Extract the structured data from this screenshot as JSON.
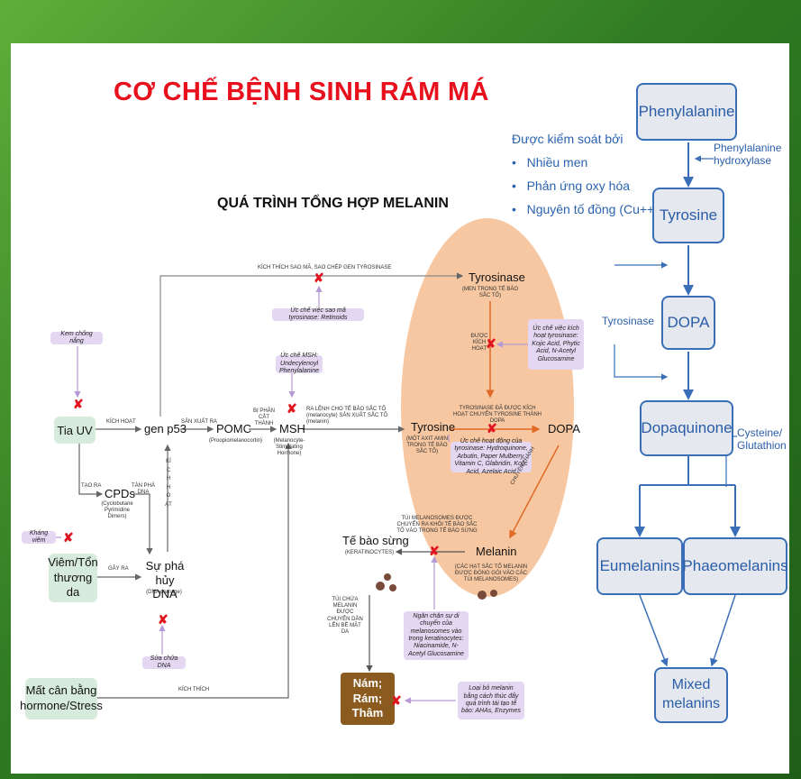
{
  "title": "CƠ CHẾ BỆNH SINH RÁM MÁ",
  "subtitle": "QUÁ TRÌNH TỔNG HỢP MELANIN",
  "control": {
    "heading": "Được kiểm soát bởi",
    "items": [
      "Nhiều men",
      "Phản ứng oxy hóa",
      "Nguyên tố đồng (Cu++)"
    ]
  },
  "pathway": {
    "phenylalanine": "Phenylalanine",
    "hydroxylase": "Phenylalanine hydroxylase",
    "tyrosine": "Tyrosine",
    "tyrosinase": "Tyrosinase",
    "dopa": "DOPA",
    "dopaquinone": "Dopaquinone",
    "cysteine": "Cysteine/ Glutathion",
    "eumelanins": "Eumelanins",
    "phaeomelanins": "Phaeomelanins",
    "mixed": "Mixed melanins"
  },
  "flow": {
    "kem": "Kem chống nắng",
    "tia_uv": "Tia UV",
    "kich_hoat": "KÍCH HOẠT",
    "gen_p53": "gen p53",
    "san_xuat_ra": "SẢN XUẤT RA",
    "pomc": "POMC",
    "pomc_sub": "(Proopiomelanocortin)",
    "bi_phan_cat": "BỊ PHÂN CẮT THÀNH",
    "msh": "MSH",
    "msh_sub": "(Melanocyte-Stimulating Hormone)",
    "ra_lenh": "RA LỆNH CHO TẾ BÀO SẮC TỐ (melanocyte) SẢN XUẤT SẮC TỐ (melanin)",
    "uc_che_msh": "Ức chế MSH: Undecylenoyl Phenylalanine",
    "kich_thich_sao_ma": "KÍCH THÍCH SAO MÃ, SAO CHÉP GEN TYROSINASE",
    "uc_che_sao_ma": "Ức chế việc sao mã tyrosinase: Retinoids",
    "tao_ra": "TẠO RA",
    "cpds": "CPDs",
    "cpds_sub": "(Cyclobutane Pyrimidine Dimers)",
    "tan_pha_dna": "TÀN PHÁ DNA",
    "kich_hoat_vertical": "KÍCH HOẠT",
    "khang_viem": "Kháng viêm",
    "viem": "Viêm/Tổn thương da",
    "gay_ra": "GÂY RA",
    "su_pha_huy": "Sự phá hủy DNA",
    "dna_damage": "(DNA damage)",
    "sua_chua": "Sửa chữa DNA",
    "mat_can_bang": "Mất cân bằng hormone/Stress",
    "kich_thich": "KÍCH THÍCH",
    "tyrosinase": "Tyrosinase",
    "tyrosinase_sub": "(MEN TRONG TẾ BÀO SẮC TỐ)",
    "duoc_kich_hoat": "ĐƯỢC KÍCH HOẠT",
    "uc_che_kich_hoat": "Ức chế việc kích hoạt tyrosinase: Kojic Acid, Phytic Acid, N-Acetyl Glucosamine",
    "tyrosinase_da_duoc": "TYROSINASE ĐÃ ĐƯỢC KÍCH HOẠT CHUYỂN TYROSINE THÀNH DOPA",
    "tyrosine": "Tyrosine",
    "tyrosine_sub": "(MỘT AXIT AMIN TRONG TẾ BÀO SẮC TỐ)",
    "dopa": "DOPA",
    "uc_che_hoat_dong": "Ức chế hoạt động của tyrosinase: Hydroquinone, Arbutin, Paper Mulberry, Vitamin C, Glabridin, Kojic Acid, Azelaic Acid",
    "chuyen_thanh": "CHUYỂN THÀNH",
    "melanin": "Melanin",
    "melanin_sub": "(CÁC HẠT SẮC TỐ MELANIN ĐƯỢC ĐÓNG GÓI VÀO CÁC TÚI MELANOSOMES)",
    "tui_melanosomes": "TÚI MELANOSOMES ĐƯỢC CHUYỂN RA KHỎI TẾ BÀO SẮC TỐ VÀO TRONG TẾ BÀO SỪNG",
    "te_bao_sung": "Tế bào sừng",
    "keratinocytes": "(KERATINOCYTES)",
    "tui_chua": "TÚI CHỨA MELANIN ĐƯỢC CHUYỂN DẦN LÊN BỀ MẶT DA",
    "ngan_chan": "Ngăn chặn sự di chuyển của melanosomes vào trong keratinocytes: Niacinamide, N-Acetyl Glucosamine",
    "nam": "Nám; Rám; Thâm",
    "loai_bo": "Loại bỏ melanin bằng cách thúc đẩy quá trình tái tạo tế bào: AHAs, Enzymes"
  },
  "colors": {
    "title_red": "#e8101c",
    "control_blue": "#2a63b0",
    "box_green": "#d7ebdc",
    "box_purple": "#e4d7f2",
    "cell_orange": "#f6c7a1",
    "brown": "#8a5a1e",
    "pathway_blue": "#3a6fb7",
    "frame_green": "#3e8a2c"
  }
}
